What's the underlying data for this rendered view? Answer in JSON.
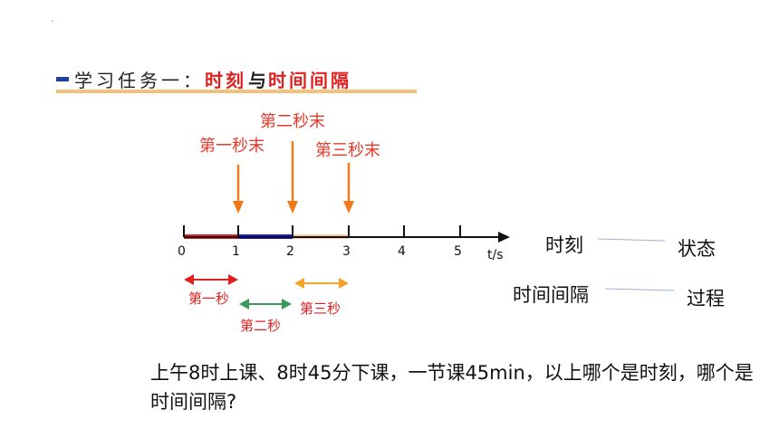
{
  "header": {
    "prefix": "学习任务一：",
    "term1": "时刻",
    "conj": "与",
    "term2": "时间间隔"
  },
  "callouts": {
    "first": "第一秒末",
    "second": "第二秒末",
    "third": "第三秒末"
  },
  "axis": {
    "ticks": [
      "0",
      "1",
      "2",
      "3",
      "4",
      "5"
    ],
    "unit": "t/s"
  },
  "intervals": {
    "first": "第一秒",
    "second": "第二秒",
    "third": "第三秒"
  },
  "concepts": {
    "moment": "时刻",
    "state": "状态",
    "interval": "时间间隔",
    "process": "过程"
  },
  "question": "上午8时上课、8时45分下课，一节课45min，以上哪个是时刻，哪个是时间间隔?",
  "colors": {
    "red": "#e02020",
    "blue": "#1a1ad0",
    "peach": "#f6c9a7",
    "orange": "#f07a1a",
    "green": "#3a9a5a",
    "gold": "#f2a52a"
  }
}
